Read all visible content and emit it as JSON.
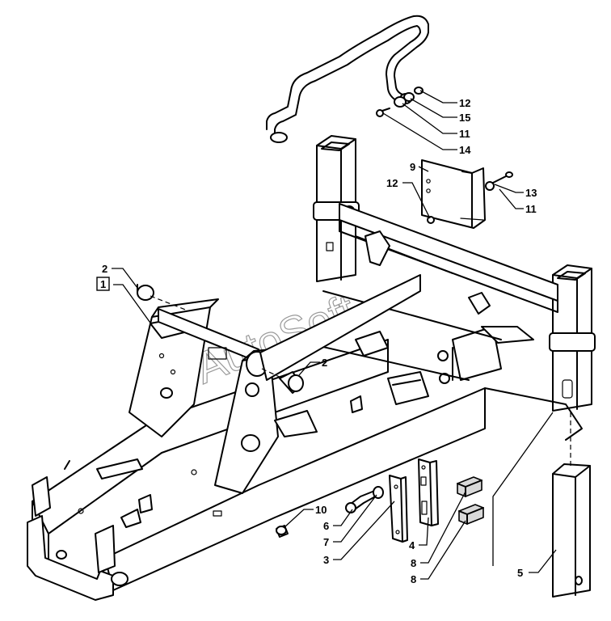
{
  "watermark": "AutoSoft",
  "callouts": [
    {
      "id": "c-2a",
      "text": "2"
    },
    {
      "id": "c-1",
      "text": "1",
      "boxed": true
    },
    {
      "id": "c-2b",
      "text": "2"
    },
    {
      "id": "c-12a",
      "text": "12"
    },
    {
      "id": "c-15",
      "text": "15"
    },
    {
      "id": "c-11a",
      "text": "11"
    },
    {
      "id": "c-14",
      "text": "14"
    },
    {
      "id": "c-9",
      "text": "9"
    },
    {
      "id": "c-12b",
      "text": "12"
    },
    {
      "id": "c-13",
      "text": "13"
    },
    {
      "id": "c-11b",
      "text": "11"
    },
    {
      "id": "c-10",
      "text": "10"
    },
    {
      "id": "c-6",
      "text": "6"
    },
    {
      "id": "c-7",
      "text": "7"
    },
    {
      "id": "c-3",
      "text": "3"
    },
    {
      "id": "c-4",
      "text": "4"
    },
    {
      "id": "c-8a",
      "text": "8"
    },
    {
      "id": "c-8b",
      "text": "8"
    },
    {
      "id": "c-5",
      "text": "5"
    }
  ]
}
